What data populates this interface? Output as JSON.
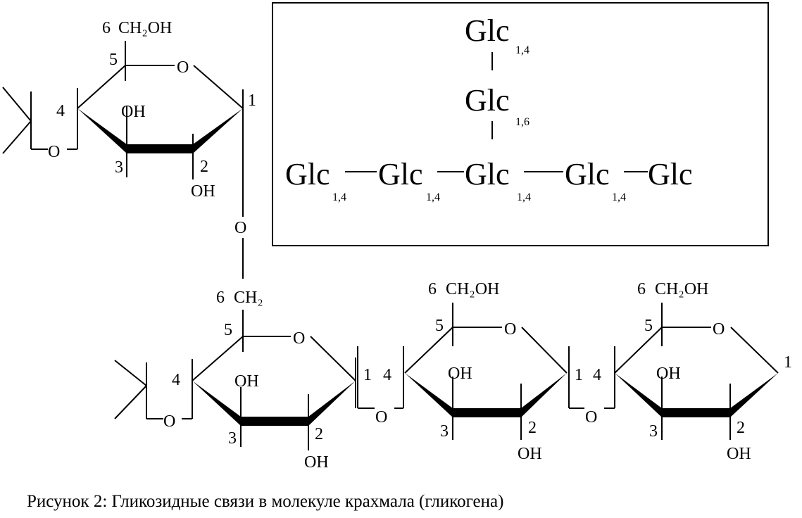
{
  "caption": "Рисунок 2: Гликозидные связи в молекуле крахмала (гликогена)",
  "labels": {
    "ch2oh": "CH₂OH",
    "ch2": "CH₂",
    "o": "O",
    "oh": "OH",
    "c1": "1",
    "c2": "2",
    "c3": "3",
    "c4": "4",
    "c5": "5",
    "c6": "6"
  },
  "schema": {
    "glc": "Glc",
    "link14": "1,4",
    "link16": "1,6"
  }
}
